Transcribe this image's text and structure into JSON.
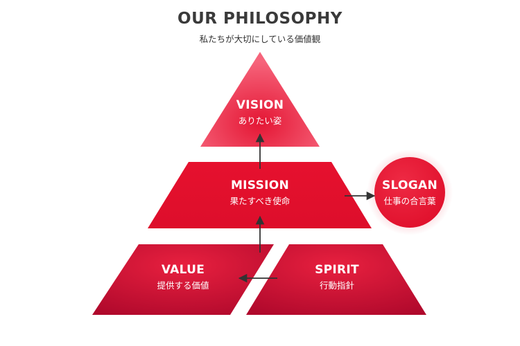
{
  "header": {
    "title": "OUR PHILOSOPHY",
    "subtitle": "私たちが大切にしている価値観"
  },
  "tiers": {
    "vision": {
      "title": "VISION",
      "subtitle": "ありたい姿"
    },
    "mission": {
      "title": "MISSION",
      "subtitle": "果たすべき使命"
    },
    "value": {
      "title": "VALUE",
      "subtitle": "提供する価値"
    },
    "spirit": {
      "title": "SPIRIT",
      "subtitle": "行動指針"
    },
    "slogan": {
      "title": "SLOGAN",
      "subtitle": "仕事の合言葉"
    }
  },
  "colors": {
    "accent": "#e8112d",
    "accent_light": "#f25a72",
    "accent_dark": "#b3082a",
    "arrow": "#333333",
    "title_text": "#3a3a3a"
  }
}
